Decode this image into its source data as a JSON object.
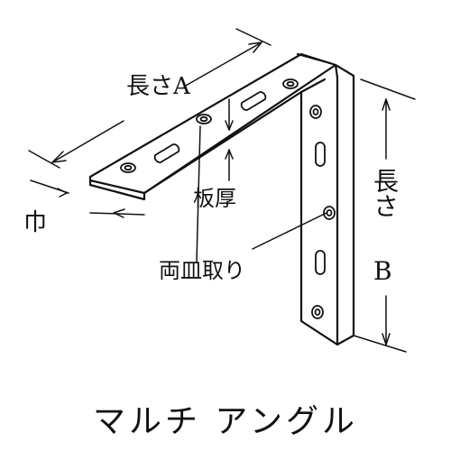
{
  "title": "マルチ アングル",
  "labels": {
    "length_a": "長さA",
    "plate_thickness": "板厚",
    "width": "巾",
    "countersunk_both_sides": "両皿取り",
    "length_b_prefix": "長さ",
    "length_b_letter": "B"
  }
}
